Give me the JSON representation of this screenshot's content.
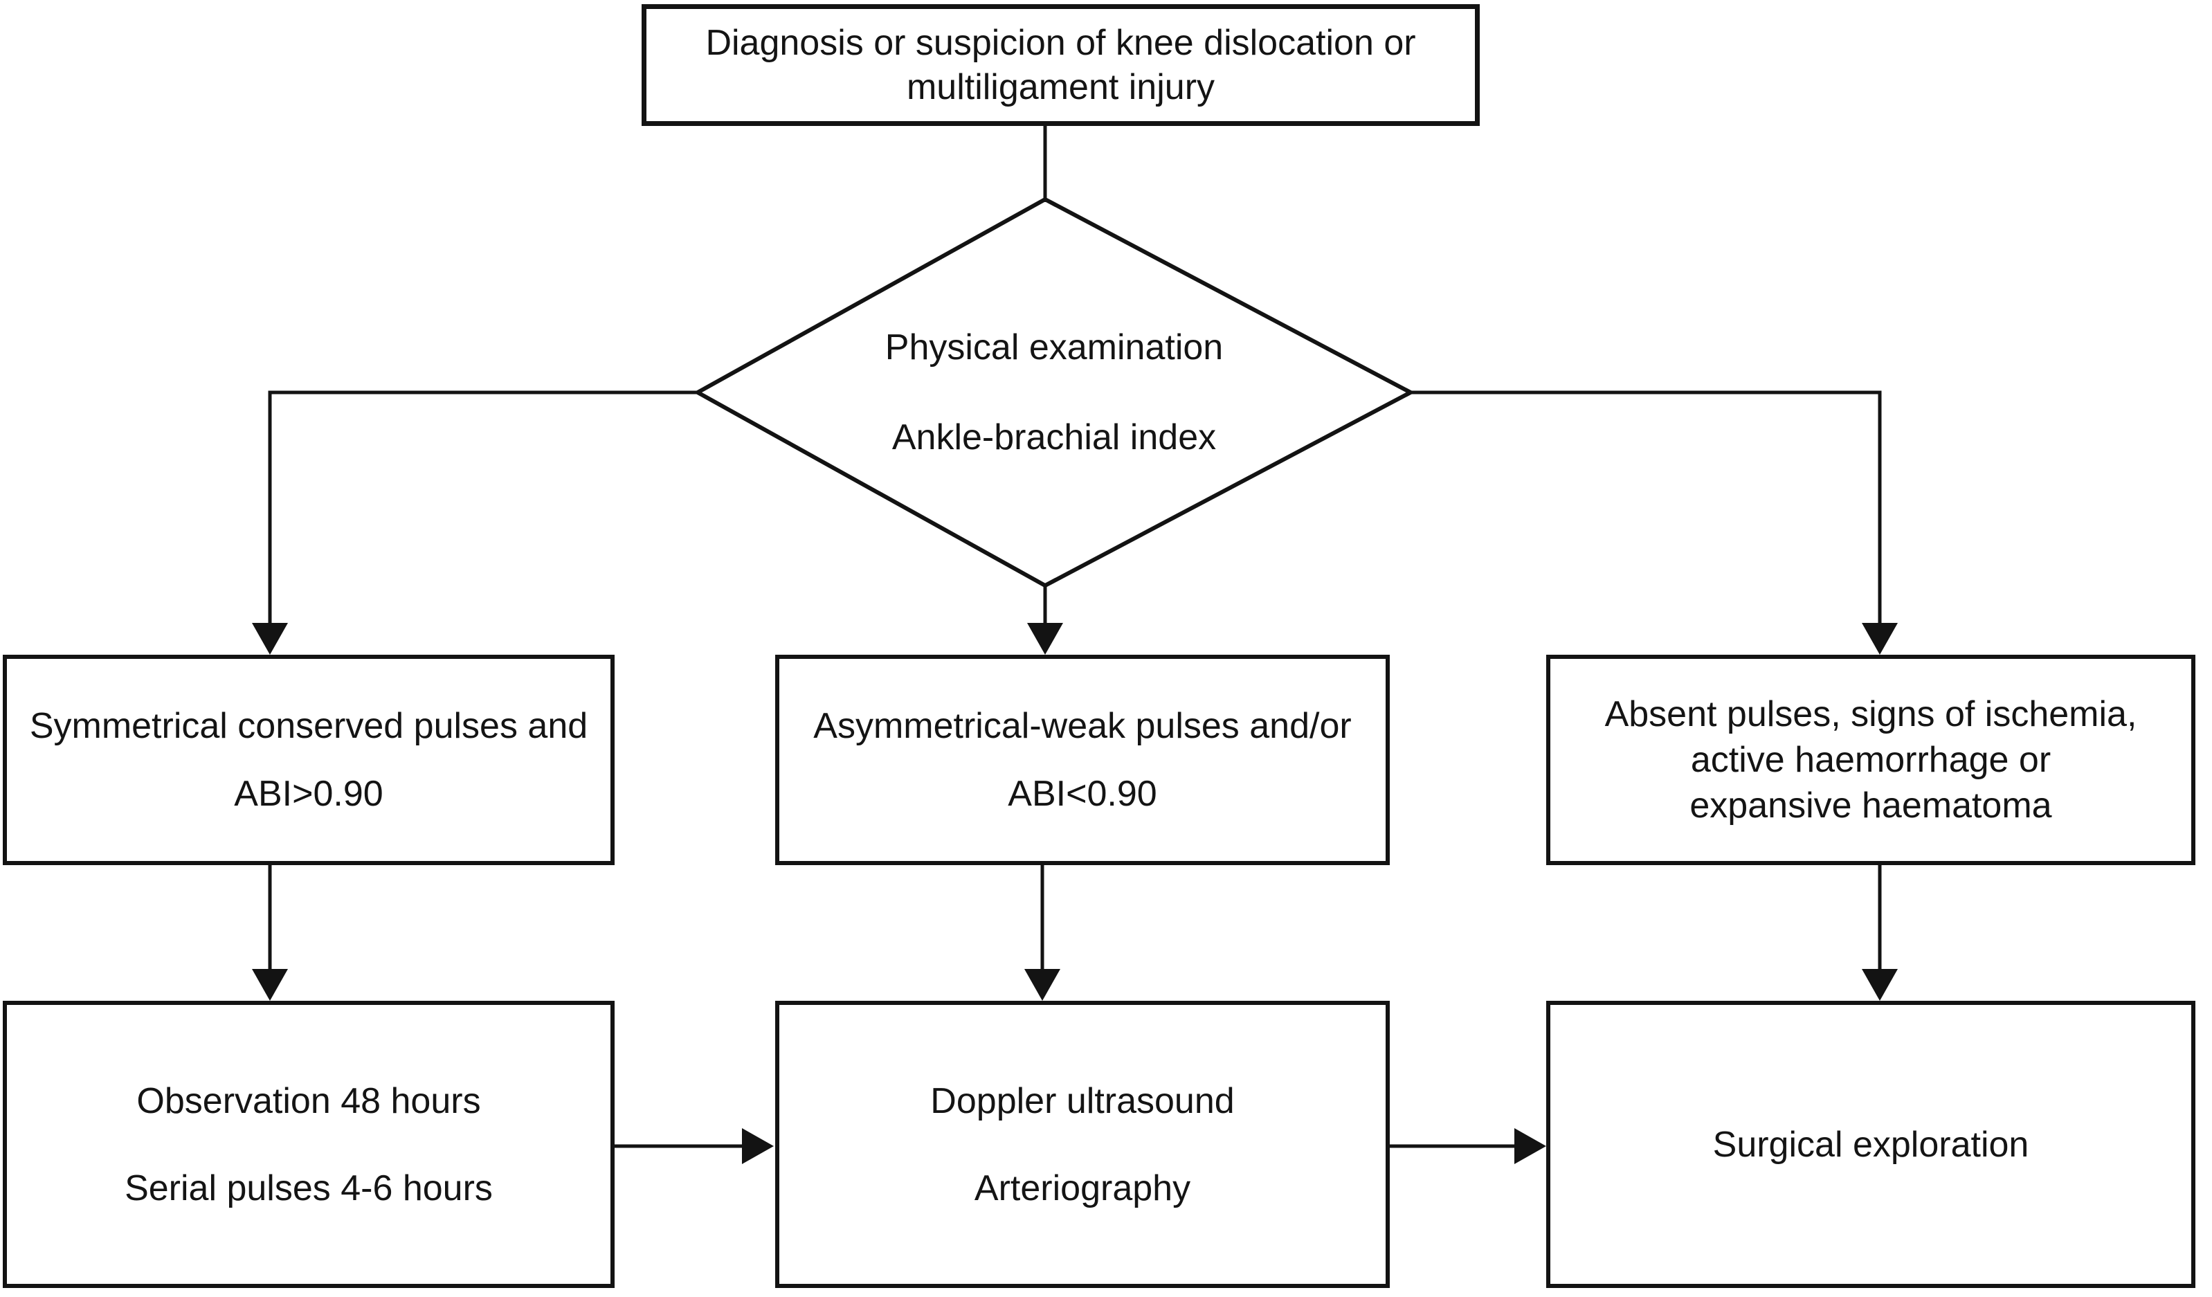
{
  "figure": {
    "background_color": "#ffffff",
    "line_color": "#131313",
    "text_color": "#141414"
  },
  "nodes": {
    "start": {
      "shape": "rectangle",
      "lines": [
        "Diagnosis or suspicion of knee dislocation or",
        "multiligament injury"
      ]
    },
    "decision": {
      "shape": "diamond",
      "lines": [
        "Physical examination",
        "Ankle-brachial index"
      ]
    },
    "outcome_left": {
      "shape": "rectangle",
      "lines": [
        "Symmetrical conserved pulses and",
        "ABI>0.90"
      ]
    },
    "outcome_center": {
      "shape": "rectangle",
      "lines": [
        "Asymmetrical-weak pulses and/or",
        "ABI<0.90"
      ]
    },
    "outcome_right": {
      "shape": "rectangle",
      "lines": [
        "Absent pulses, signs of ischemia,",
        "active haemorrhage or",
        "expansive haematoma"
      ]
    },
    "action_left": {
      "shape": "rectangle",
      "lines": [
        "Observation 48 hours",
        "Serial pulses 4-6 hours"
      ]
    },
    "action_center": {
      "shape": "rectangle",
      "lines": [
        "Doppler ultrasound",
        "Arteriography"
      ]
    },
    "action_right": {
      "shape": "rectangle",
      "lines": [
        "Surgical exploration"
      ]
    }
  },
  "edges": [
    {
      "from": "start",
      "to": "decision"
    },
    {
      "from": "decision",
      "to": "outcome_left"
    },
    {
      "from": "decision",
      "to": "outcome_center"
    },
    {
      "from": "decision",
      "to": "outcome_right"
    },
    {
      "from": "outcome_left",
      "to": "action_left"
    },
    {
      "from": "outcome_center",
      "to": "action_center"
    },
    {
      "from": "outcome_right",
      "to": "action_right"
    },
    {
      "from": "action_left",
      "to": "action_center"
    },
    {
      "from": "action_center",
      "to": "action_right"
    }
  ]
}
